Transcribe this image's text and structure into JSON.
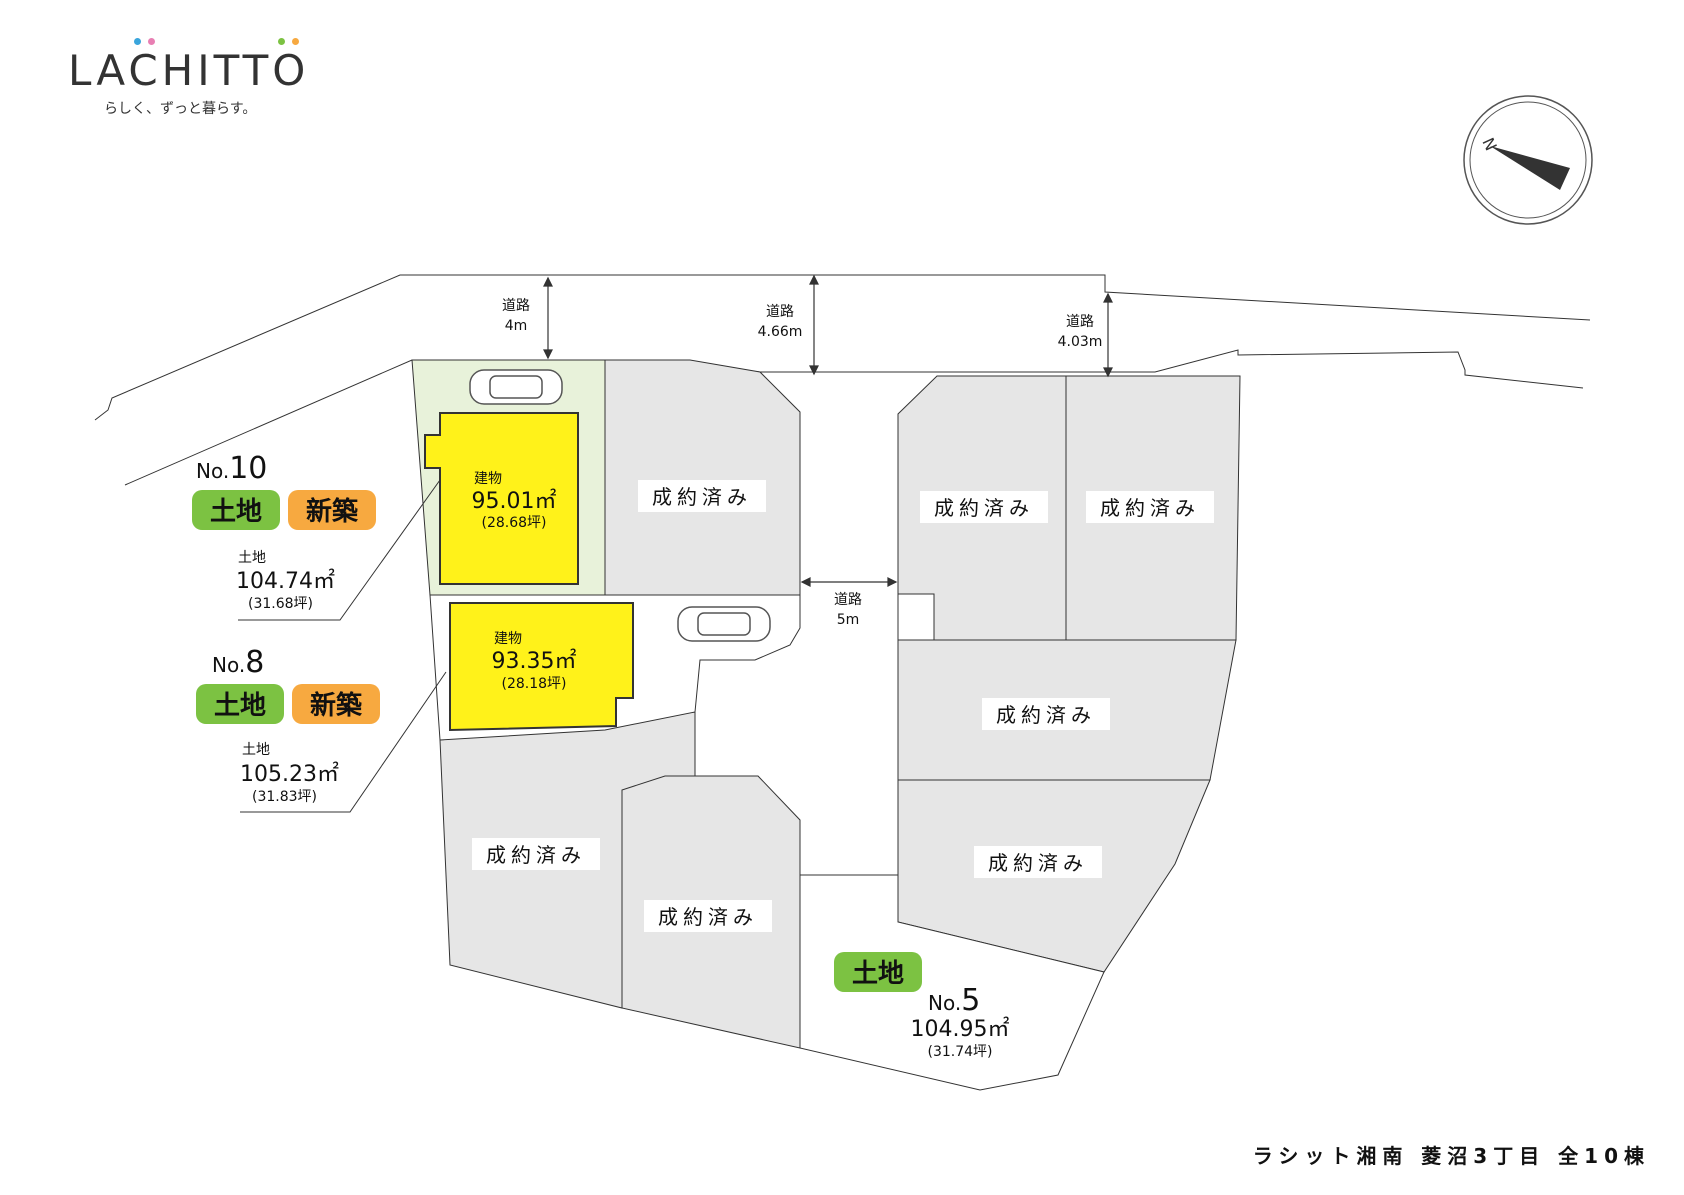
{
  "logo": {
    "name": "LACHITTO",
    "tagline": "らしく、ずっと暮らす。"
  },
  "footer": {
    "title": "ラシット湘南 菱沼3丁目 全10棟"
  },
  "sold_label": "成約済み",
  "roads": [
    {
      "label": "道路",
      "width": "4m"
    },
    {
      "label": "道路",
      "width": "4.66m"
    },
    {
      "label": "道路",
      "width": "4.03m"
    },
    {
      "label": "道路",
      "width": "5m"
    }
  ],
  "lots": {
    "no10": {
      "number_prefix": "No.",
      "number": "10",
      "badge_land": "土地",
      "badge_new": "新築",
      "land_label": "土地",
      "land_area": "104.74㎡",
      "land_tsubo": "(31.68坪)",
      "building_label": "建物",
      "building_area": "95.01㎡",
      "building_tsubo": "(28.68坪)"
    },
    "no8": {
      "number_prefix": "No.",
      "number": "8",
      "badge_land": "土地",
      "badge_new": "新築",
      "land_label": "土地",
      "land_area": "105.23㎡",
      "land_tsubo": "(31.83坪)",
      "building_label": "建物",
      "building_area": "93.35㎡",
      "building_tsubo": "(28.18坪)"
    },
    "no5": {
      "number_prefix": "No.",
      "number": "5",
      "badge_land": "土地",
      "land_area": "104.95㎡",
      "land_tsubo": "(31.74坪)"
    }
  },
  "compass": {
    "letter": "N"
  },
  "colors": {
    "sold_fill": "#e6e6e6",
    "building_fill": "#fff21a",
    "parking_fill": "#e8f2da",
    "badge_green": "#7cc242",
    "badge_orange": "#f7a940",
    "line": "#333333"
  }
}
